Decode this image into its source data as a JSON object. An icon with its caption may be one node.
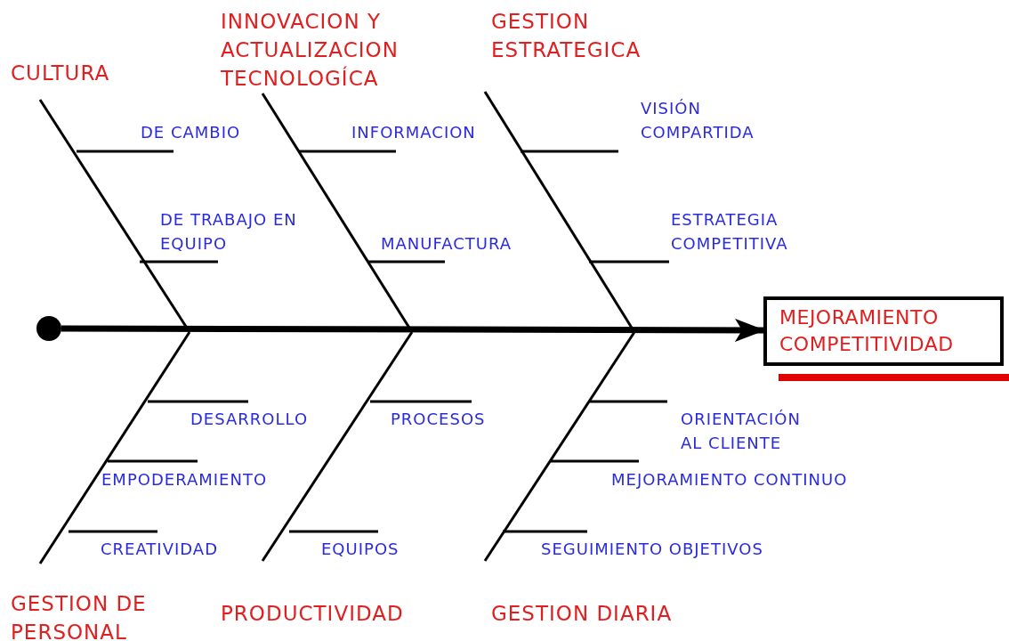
{
  "diagram": {
    "nodes": [
      {
        "text": [
          "CULTURA"
        ]
      },
      {
        "text": [
          "INNOVACION Y ACTUALIZACION TECNOLOGÍCA"
        ]
      },
      {
        "text": [
          "GESTION ESTRATEGICA"
        ]
      },
      {
        "text": [
          "DE CAMBIO"
        ]
      },
      {
        "text": [
          "INFORMACION"
        ]
      },
      {
        "text": [
          "VISIÓN COMPARTIDA"
        ]
      },
      {
        "text": [
          "DE TRABAJO EN EQUIPO"
        ]
      },
      {
        "text": [
          "MANUFACTURA"
        ]
      },
      {
        "text": [
          "ESTRATEGIA COMPETITIVA"
        ]
      },
      {
        "text": [],
        "shape": "circle"
      },
      {
        "text": [
          "MEJORAMIENTO COMPETITIVIDAD"
        ]
      },
      {
        "text": [
          "DESARROLLO"
        ]
      },
      {
        "text": [
          "PROCESOS"
        ]
      },
      {
        "text": [
          "ORIENTACIÓN AL CLIENTE"
        ]
      },
      {
        "text": [
          "EMPODERAMIENTO"
        ]
      },
      {
        "text": [
          "MEJORAMIENTO CONTINUO"
        ]
      },
      {
        "text": [
          "CREATIVIDAD"
        ]
      },
      {
        "text": [
          "EQUIPOS"
        ]
      },
      {
        "text": [
          "SEGUIMIENTO OBJETIVOS"
        ]
      },
      {
        "text": [
          "GESTION DE PERSONAL"
        ]
      },
      {
        "text": [
          "PRODUCTIVIDAD"
        ]
      },
      {
        "text": [
          "GESTION DIARIA"
        ]
      }
    ],
    "edges": [
      {
        "from": 9,
        "to": 10,
        "arrow": "to",
        "style": "thick"
      },
      {
        "from": 0,
        "to": null,
        "arrow": "none"
      },
      {
        "from": 1,
        "to": null,
        "arrow": "none"
      },
      {
        "from": 2,
        "to": null,
        "arrow": "none"
      },
      {
        "from": 19,
        "to": null,
        "arrow": "none"
      },
      {
        "from": 20,
        "to": null,
        "arrow": "none"
      },
      {
        "from": 21,
        "to": null,
        "arrow": "none"
      },
      {
        "from": 3,
        "to": null,
        "arrow": "none"
      },
      {
        "from": 4,
        "to": null,
        "arrow": "none"
      },
      {
        "from": 5,
        "to": null,
        "arrow": "none"
      },
      {
        "from": 6,
        "to": null,
        "arrow": "none"
      },
      {
        "from": 7,
        "to": null,
        "arrow": "none"
      },
      {
        "from": 8,
        "to": null,
        "arrow": "none"
      },
      {
        "from": 11,
        "to": null,
        "arrow": "none"
      },
      {
        "from": 12,
        "to": null,
        "arrow": "none"
      },
      {
        "from": 13,
        "to": null,
        "arrow": "none"
      },
      {
        "from": 14,
        "to": null,
        "arrow": "none"
      },
      {
        "from": 15,
        "to": null,
        "arrow": "none"
      },
      {
        "from": 16,
        "to": null,
        "arrow": "none"
      },
      {
        "from": 17,
        "to": null,
        "arrow": "none"
      },
      {
        "from": 18,
        "to": null,
        "arrow": "none"
      }
    ]
  }
}
